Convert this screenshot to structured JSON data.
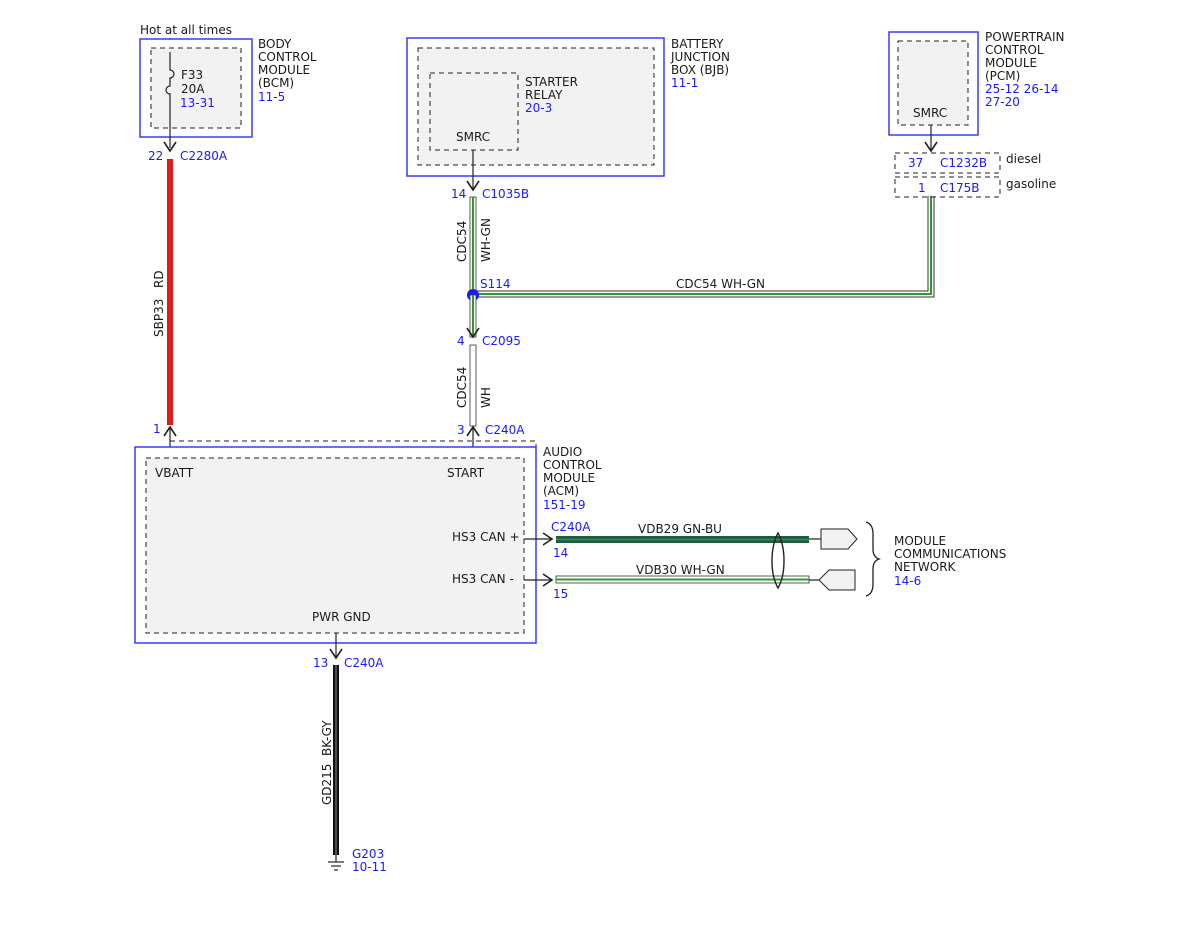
{
  "colors": {
    "module_border": "#3a3aff",
    "ref_text": "#1a1aff",
    "wire_red": "#e01b1b",
    "wire_black": "#111111",
    "wire_green": "#2e9a2e",
    "wire_dark_green": "#1f5a44",
    "splice": "#1a1aff"
  },
  "bcm": {
    "power_label": "Hot at all times",
    "fuse_name": "F33",
    "fuse_rating": "20A",
    "fuse_ref": "13-31",
    "title_lines": [
      "BODY",
      "CONTROL",
      "MODULE",
      "(BCM)"
    ],
    "page_ref": "11-5",
    "pin": "22",
    "connector": "C2280A"
  },
  "bjb": {
    "title_lines": [
      "BATTERY",
      "JUNCTION",
      "BOX (BJB)"
    ],
    "page_ref": "11-1",
    "relay_lines": [
      "STARTER",
      "RELAY"
    ],
    "relay_ref": "20-3",
    "relay_pin": "SMRC",
    "pin": "14",
    "connector": "C1035B"
  },
  "pcm": {
    "title_lines": [
      "POWERTRAIN",
      "CONTROL",
      "MODULE",
      "(PCM)"
    ],
    "refs_lines": [
      "25-12 26-14",
      "27-20"
    ],
    "pin_name": "SMRC",
    "diesel_pin": "37",
    "diesel_connector": "C1232B",
    "diesel_label": "diesel",
    "gasoline_pin": "1",
    "gasoline_connector": "C175B",
    "gasoline_label": "gasoline"
  },
  "wires": {
    "sbp33_circuit": "SBP33",
    "sbp33_color": "RD",
    "cdc54_circuit": "CDC54",
    "cdc54_upper_color": "WH-GN",
    "cdc54_horizontal_label": "CDC54  WH-GN",
    "cdc54_lower_color": "WH",
    "vdb29_label": "VDB29  GN-BU",
    "vdb30_label": "VDB30  WH-GN",
    "gd215_circuit": "GD215",
    "gd215_color": "BK-GY"
  },
  "splice": {
    "name": "S114"
  },
  "c2095": {
    "pin": "4",
    "connector": "C2095"
  },
  "acm": {
    "title_lines": [
      "AUDIO",
      "CONTROL",
      "MODULE",
      "(ACM)"
    ],
    "page_ref": "151-19",
    "vbatt_label": "VBATT",
    "vbatt_pin": "1",
    "start_label": "START",
    "start_pin": "3",
    "top_connector": "C240A",
    "can_plus_label": "HS3 CAN +",
    "can_minus_label": "HS3 CAN -",
    "can_connector": "C240A",
    "can_plus_pin": "14",
    "can_minus_pin": "15",
    "pwr_gnd_label": "PWR GND",
    "gnd_pin": "13",
    "gnd_connector": "C240A"
  },
  "network": {
    "title_lines": [
      "MODULE",
      "COMMUNICATIONS",
      "NETWORK"
    ],
    "page_ref": "14-6"
  },
  "ground": {
    "name": "G203",
    "page_ref": "10-11"
  }
}
